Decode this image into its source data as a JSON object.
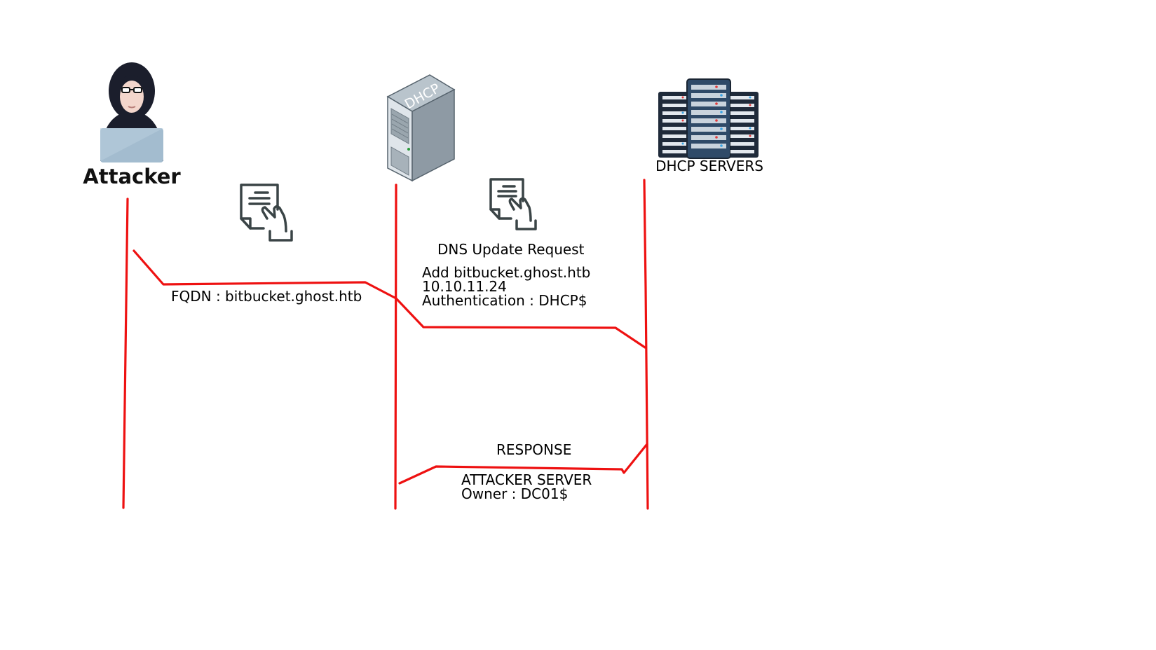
{
  "actors": {
    "attacker": {
      "label": "Attacker",
      "icon": "hacker-icon"
    },
    "dhcp": {
      "label": "DHCP",
      "icon": "dhcp-server-tower-icon"
    },
    "dns": {
      "label": "DHCP SERVERS",
      "icon": "server-rack-icon"
    }
  },
  "messages": {
    "fqdn": {
      "text": "FQDN : bitbucket.ghost.htb",
      "icon": "document-hand-icon"
    },
    "dns_update": {
      "title": "DNS Update Request",
      "lines": [
        "Add bitbucket.ghost.htb",
        "10.10.11.24",
        "Authentication : DHCP$"
      ],
      "icon": "document-hand-icon"
    },
    "response": {
      "title": "RESPONSE",
      "lines": [
        "ATTACKER SERVER",
        "Owner : DC01$"
      ]
    }
  },
  "colors": {
    "flow": "#ee1111",
    "icon_stroke": "#3a4446",
    "rack": "#1f2a3a",
    "tower": "#8e9aa4"
  }
}
